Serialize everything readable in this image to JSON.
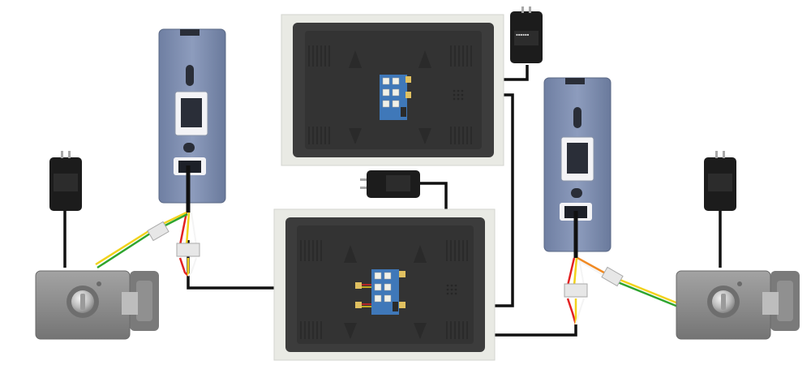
{
  "diagram": {
    "components": [
      {
        "kind": "door-station",
        "label": ""
      },
      {
        "kind": "door-station",
        "label": ""
      },
      {
        "kind": "indoor-monitor",
        "label": ""
      },
      {
        "kind": "indoor-monitor",
        "label": ""
      },
      {
        "kind": "power-adapter",
        "label": ""
      },
      {
        "kind": "power-adapter",
        "label": ""
      },
      {
        "kind": "power-adapter",
        "label": ""
      },
      {
        "kind": "power-adapter",
        "label": ""
      },
      {
        "kind": "electric-lock",
        "label": ""
      },
      {
        "kind": "electric-lock",
        "label": ""
      }
    ],
    "wire_colors": {
      "cable": "#111111",
      "red": "#e32222",
      "yellow": "#f2d21c",
      "white": "#f4f4f4",
      "green": "#2fa52f",
      "orange": "#f08a24"
    },
    "colors": {
      "station_body": "#7f8fb0",
      "monitor_bezel": "#e9eae4",
      "monitor_back": "#3b3b3b",
      "terminal_board": "#3f78b9",
      "lock_body": "#8e8e8e",
      "adapter": "#1c1c1c"
    }
  }
}
